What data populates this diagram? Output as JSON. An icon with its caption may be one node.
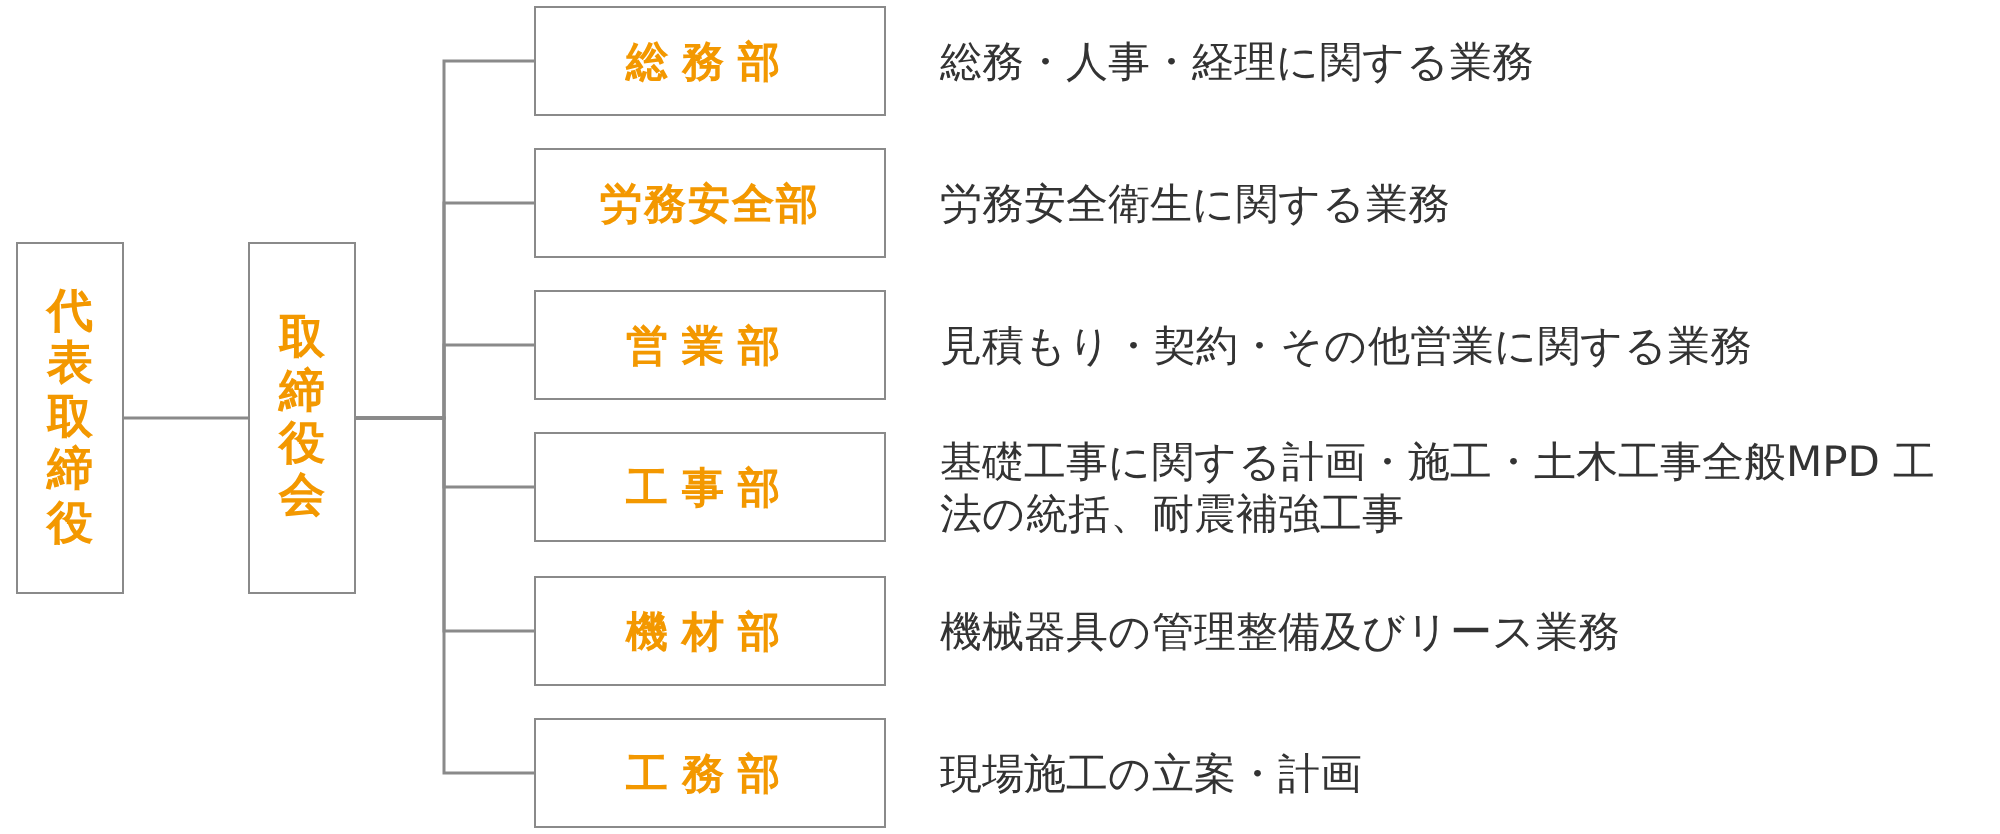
{
  "diagram": {
    "nodes": [
      {
        "text": [
          "代表取締役"
        ]
      },
      {
        "text": [
          "取締役会"
        ]
      },
      {
        "text": [
          "総務部"
        ],
        "beside": [
          "総務・人事・経理に関する業務"
        ]
      },
      {
        "text": [
          "労務安全部"
        ],
        "beside": [
          "労務安全衛生に関する業務"
        ]
      },
      {
        "text": [
          "営業部"
        ],
        "beside": [
          "見積もり・契約・その他営業に関する業務"
        ]
      },
      {
        "text": [
          "工事部"
        ],
        "beside": [
          "基礎工事に関する計画・施工・土木工事全般MPD 工法の統括、耐震補強工事"
        ]
      },
      {
        "text": [
          "機材部"
        ],
        "beside": [
          "機械器具の管理整備及びリース業務"
        ]
      },
      {
        "text": [
          "工務部"
        ],
        "beside": [
          "現場施工の立案・計画"
        ]
      }
    ],
    "edges": [
      {
        "from": 0,
        "to": 1,
        "arrow": "none"
      },
      {
        "from": 1,
        "to": 2,
        "arrow": "none"
      },
      {
        "from": 1,
        "to": 3,
        "arrow": "none"
      },
      {
        "from": 1,
        "to": 4,
        "arrow": "none"
      },
      {
        "from": 1,
        "to": 5,
        "arrow": "none"
      },
      {
        "from": 1,
        "to": 6,
        "arrow": "none"
      },
      {
        "from": 1,
        "to": 7,
        "arrow": "none"
      }
    ]
  }
}
